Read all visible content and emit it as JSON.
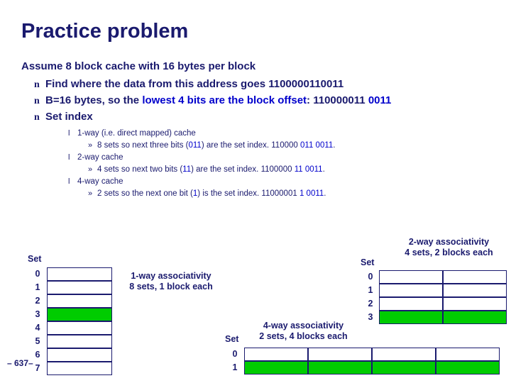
{
  "slide": {
    "title": "Practice problem",
    "assume": "Assume 8 block cache with 16 bytes per block",
    "page_number": "– 637–",
    "bullets_l1": [
      {
        "marker": "n",
        "text": "Find where the data from this address goes 1100000110011"
      },
      {
        "marker": "n",
        "pre": "B=16 bytes, so the ",
        "hl": "lowest 4 bits are the block offset",
        "post": ": 110000011 ",
        "tail_hl": "0011"
      },
      {
        "marker": "n",
        "text": "Set index"
      }
    ],
    "bullets_l2": [
      {
        "marker": "l",
        "text": "1-way (i.e. direct mapped) cache"
      },
      {
        "marker": "l",
        "text": "2-way cache"
      },
      {
        "marker": "l",
        "text": "4-way cache"
      }
    ],
    "bullets_l3": [
      {
        "marker": "»",
        "pre": "8 sets so next three bits (",
        "hl1": "011",
        "mid": ") are the set index. 110000 ",
        "hl2": "011",
        "mid2": " ",
        "hl3": "0011",
        "post": "."
      },
      {
        "marker": "»",
        "pre": "4 sets so next two bits (",
        "hl1": "11",
        "mid": ") are the set index. 1100000 ",
        "hl2": "11",
        "mid2": " ",
        "hl3": "0011",
        "post": "."
      },
      {
        "marker": "»",
        "pre": "2 sets so the next one bit (",
        "hl1": "1",
        "mid": ") is the set index. 11000001 ",
        "hl2": "1",
        "mid2": " ",
        "hl3": "0011",
        "post": "."
      }
    ],
    "diagrams": [
      {
        "name": "one-way",
        "caption": [
          "1-way associativity",
          "8 sets, 1 block each"
        ],
        "set_label": "Set",
        "rows": [
          "0",
          "1",
          "2",
          "3",
          "4",
          "5",
          "6",
          "7"
        ],
        "highlighted_rows": [
          3
        ],
        "blocks_per_set": 1
      },
      {
        "name": "two-way",
        "caption": [
          "2-way associativity",
          "4 sets, 2 blocks each"
        ],
        "set_label": "Set",
        "rows": [
          "0",
          "1",
          "2",
          "3"
        ],
        "highlighted_rows": [
          3
        ],
        "blocks_per_set": 2
      },
      {
        "name": "four-way",
        "caption": [
          "4-way associativity",
          "2 sets, 4 blocks each"
        ],
        "set_label": "Set",
        "rows": [
          "0",
          "1"
        ],
        "highlighted_rows": [
          1
        ],
        "blocks_per_set": 4
      }
    ],
    "colors": {
      "text": "#1a1a6e",
      "highlight_text": "#0000cc",
      "block_fill": "#00cc00",
      "block_border": "#1a1a6e"
    }
  }
}
